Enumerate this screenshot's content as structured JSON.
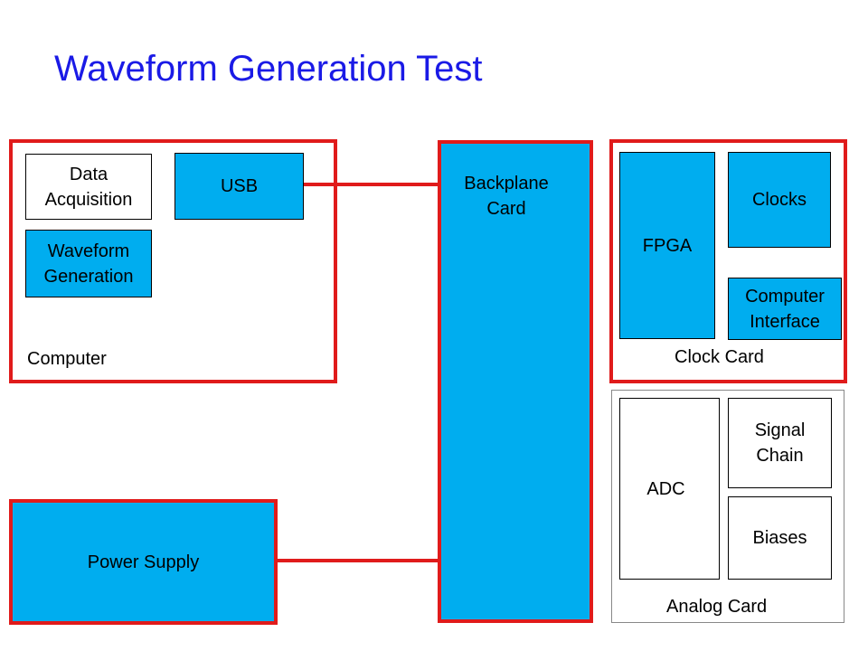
{
  "title": "Waveform Generation Test",
  "computer": {
    "label": "Computer",
    "data_acquisition": "Data Acquisition",
    "waveform_generation": "Waveform Generation",
    "usb": "USB"
  },
  "backplane": {
    "label": "Backplane Card"
  },
  "clock_card": {
    "label": "Clock Card",
    "fpga": "FPGA",
    "clocks": "Clocks",
    "computer_interface": "Computer Interface"
  },
  "analog_card": {
    "label": "Analog Card",
    "adc": "ADC",
    "signal_chain": "Signal Chain",
    "biases": "Biases"
  },
  "power_supply": {
    "label": "Power Supply"
  },
  "colors": {
    "title": "#1a1ae6",
    "frame": "#e01b1b",
    "fill": "#00adef"
  }
}
